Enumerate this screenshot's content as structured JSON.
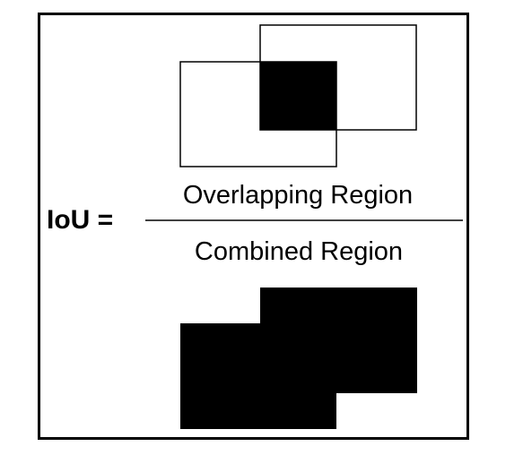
{
  "formula": {
    "lhs": "IoU =",
    "numerator": "Overlapping Region",
    "denominator": "Combined Region"
  },
  "colors": {
    "fill": "#000000",
    "background": "#ffffff",
    "stroke": "#000000"
  }
}
